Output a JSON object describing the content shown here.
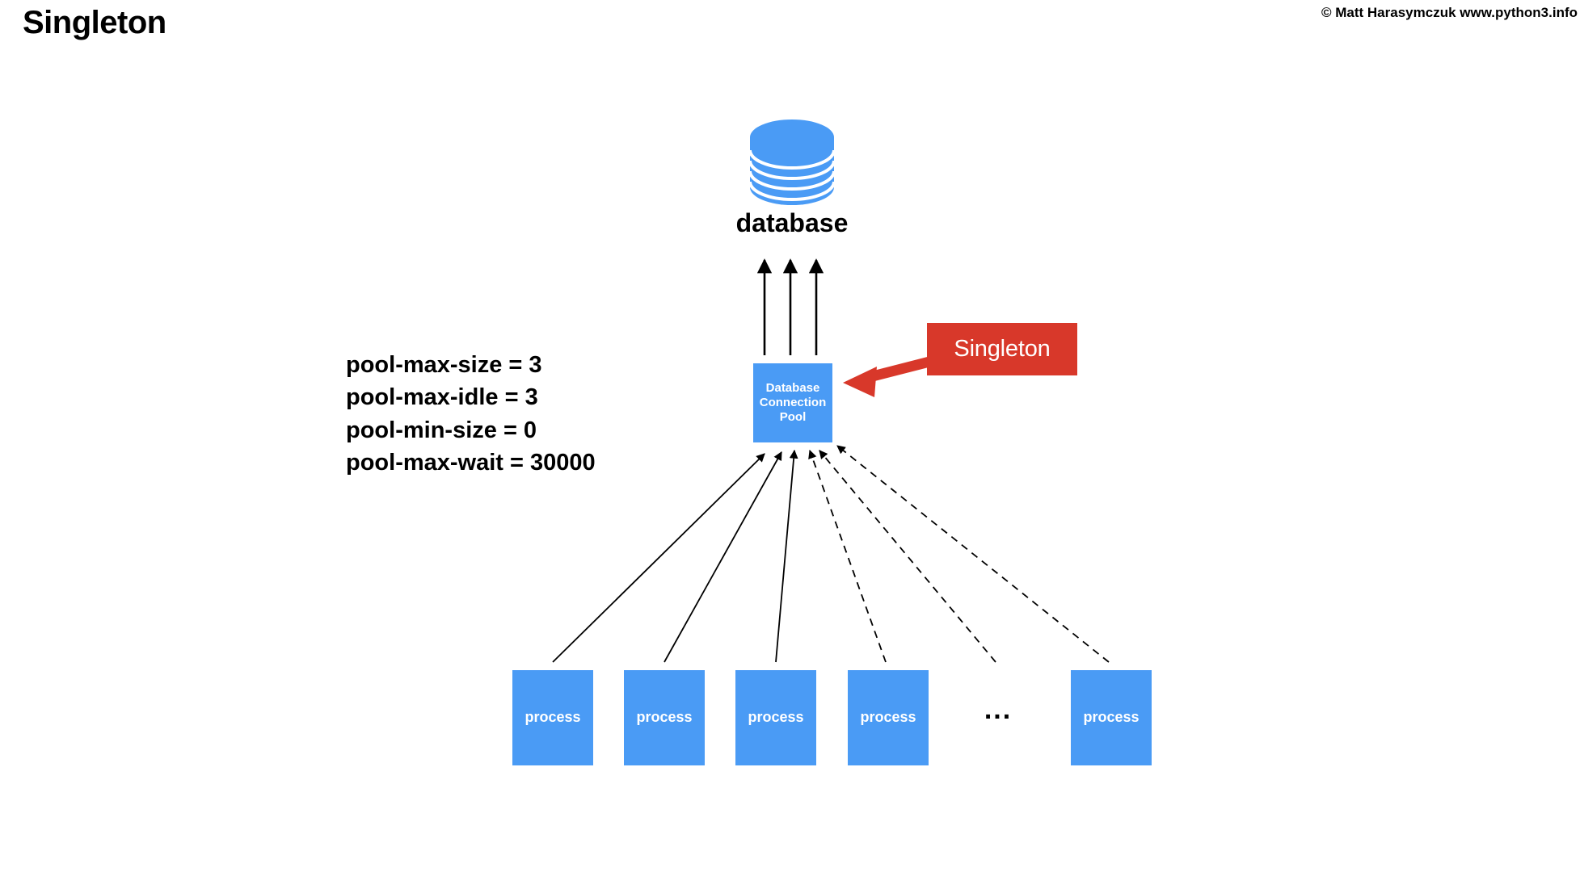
{
  "slide": {
    "title": "Singleton",
    "copyright": "© Matt Harasymczuk www.python3.info",
    "background_color": "#ffffff"
  },
  "theme": {
    "node_blue": "#4a9bf5",
    "callout_red": "#d8382a",
    "text_black": "#000000",
    "text_white": "#ffffff"
  },
  "diagram": {
    "database": {
      "label": "database",
      "icon": "database-cylinder-icon",
      "color": "#4a9bf5",
      "disc_count": 6
    },
    "pool": {
      "label_line_1": "Database",
      "label_line_2": "Connection",
      "label_line_3": "Pool",
      "color": "#4a9bf5"
    },
    "callout": {
      "label": "Singleton",
      "color": "#d8382a",
      "arrow": "red-arrow-icon",
      "points_to": "pool"
    },
    "config": {
      "lines": [
        "pool-max-size = 3",
        "pool-max-idle = 3",
        "pool-min-size = 0",
        "pool-max-wait = 30000"
      ]
    },
    "processes": [
      {
        "label": "process",
        "connection": "solid"
      },
      {
        "label": "process",
        "connection": "solid"
      },
      {
        "label": "process",
        "connection": "solid"
      },
      {
        "label": "process",
        "connection": "dashed"
      },
      {
        "label": "process",
        "connection": "dashed"
      }
    ],
    "ellipsis": "...",
    "pool_to_database_arrows": 3,
    "solid_connection_count": 3,
    "dashed_connection_count": 3
  }
}
